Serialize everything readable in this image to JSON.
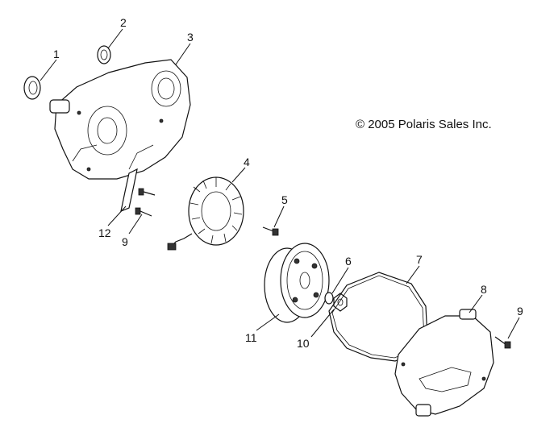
{
  "copyright": "© 2005 Polaris Sales Inc.",
  "callouts": [
    {
      "id": "1",
      "label": "1"
    },
    {
      "id": "2",
      "label": "2"
    },
    {
      "id": "3",
      "label": "3"
    },
    {
      "id": "4",
      "label": "4"
    },
    {
      "id": "5",
      "label": "5"
    },
    {
      "id": "6",
      "label": "6"
    },
    {
      "id": "7",
      "label": "7"
    },
    {
      "id": "8",
      "label": "8"
    },
    {
      "id": "9a",
      "label": "9"
    },
    {
      "id": "9b",
      "label": "9"
    },
    {
      "id": "10",
      "label": "10"
    },
    {
      "id": "11",
      "label": "11"
    },
    {
      "id": "12",
      "label": "12"
    }
  ]
}
